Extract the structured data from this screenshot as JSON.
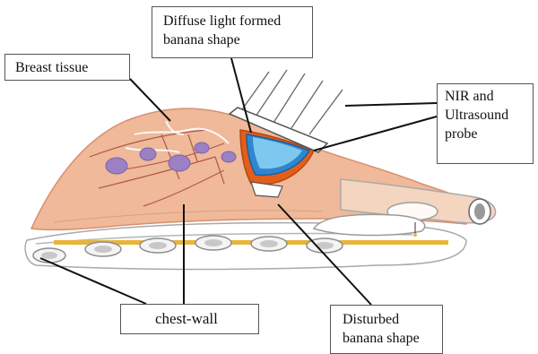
{
  "labels": {
    "breast_tissue": "Breast tissue",
    "diffuse_light": [
      "Diffuse light formed",
      "banana shape"
    ],
    "probe": [
      "NIR and",
      "Ultrasound",
      "probe"
    ],
    "chest_wall": "chest-wall",
    "disturbed": [
      "Disturbed",
      "banana shape"
    ]
  },
  "colors": {
    "breast_fill": "#efb99a",
    "breast_edge": "#d98f6d",
    "tumor": "#9b80c4",
    "vessels": "#b0584a",
    "banana_outer": "#e35e1b",
    "banana_inner": "#2f86cf",
    "banana_core": "#7ec8f0",
    "rib_band": "#e9b43a",
    "probe_rods": "#666666"
  }
}
